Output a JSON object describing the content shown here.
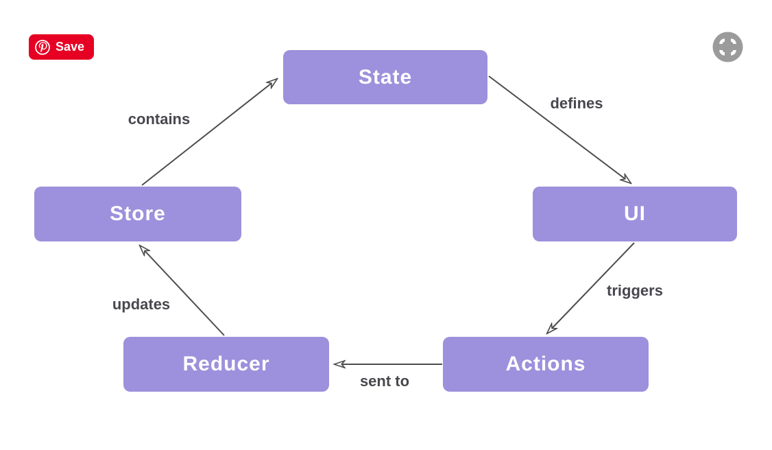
{
  "page": {
    "background_color": "#ffffff",
    "description": "Redux data flow cycle diagram"
  },
  "pinterest_badge": {
    "label": "Save",
    "brand_color": "#E60023",
    "icon": "pinterest-logo-icon"
  },
  "expand_icon": {
    "name": "expand-icon",
    "color": "#9B9B9B"
  },
  "diagram": {
    "colors": {
      "node_fill": "#9D90DC",
      "node_text": "#FFFFFF",
      "edge_stroke": "#4D4D4D",
      "edge_label_text": "#47474D"
    },
    "nodes": [
      {
        "id": "state",
        "label": "State"
      },
      {
        "id": "store",
        "label": "Store"
      },
      {
        "id": "ui",
        "label": "UI"
      },
      {
        "id": "reducer",
        "label": "Reducer"
      },
      {
        "id": "actions",
        "label": "Actions"
      }
    ],
    "edges": [
      {
        "from": "store",
        "to": "state",
        "label": "contains"
      },
      {
        "from": "state",
        "to": "ui",
        "label": "defines"
      },
      {
        "from": "ui",
        "to": "actions",
        "label": "triggers"
      },
      {
        "from": "actions",
        "to": "reducer",
        "label": "sent to"
      },
      {
        "from": "reducer",
        "to": "store",
        "label": "updates"
      }
    ]
  }
}
